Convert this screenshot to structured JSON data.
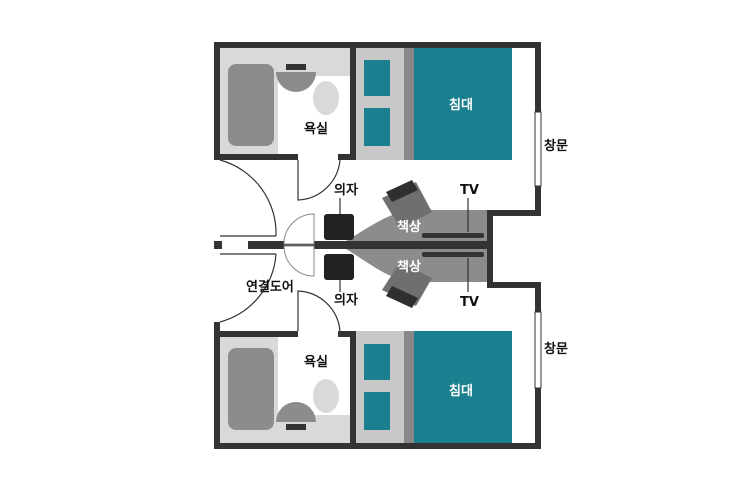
{
  "labels": {
    "bathroom_top": "욕실",
    "bathroom_bottom": "욕실",
    "bed_top": "침대",
    "bed_bottom": "침대",
    "window_top": "창문",
    "window_bottom": "창문",
    "chair_top": "의자",
    "chair_bottom": "의자",
    "desk_top": "책상",
    "desk_bottom": "책상",
    "tv_top": "TV",
    "tv_bottom": "TV",
    "connecting_door": "연결도어"
  },
  "colors": {
    "wall": "#333333",
    "bathroom_floor": "#d9d9d9",
    "fixture": "#8c8c8c",
    "bed": "#1a7f8e",
    "headboard": "#888888",
    "desk": "#8c8c8c",
    "chair": "#222222"
  }
}
